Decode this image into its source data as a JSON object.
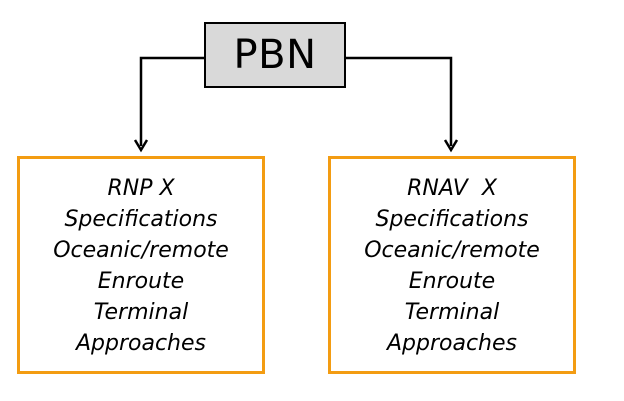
{
  "diagram": {
    "root": {
      "label": "PBN"
    },
    "children": [
      {
        "lines": [
          "RNP X",
          "Specifications",
          "Oceanic/remote",
          "Enroute",
          "Terminal",
          "Approaches"
        ]
      },
      {
        "lines": [
          "RNAV  X",
          "Specifications",
          "Oceanic/remote",
          "Enroute",
          "Terminal",
          "Approaches"
        ]
      }
    ]
  },
  "colors": {
    "root_fill": "#d9d9d9",
    "root_border": "#000000",
    "child_border": "#f39c12",
    "connector": "#000000"
  }
}
